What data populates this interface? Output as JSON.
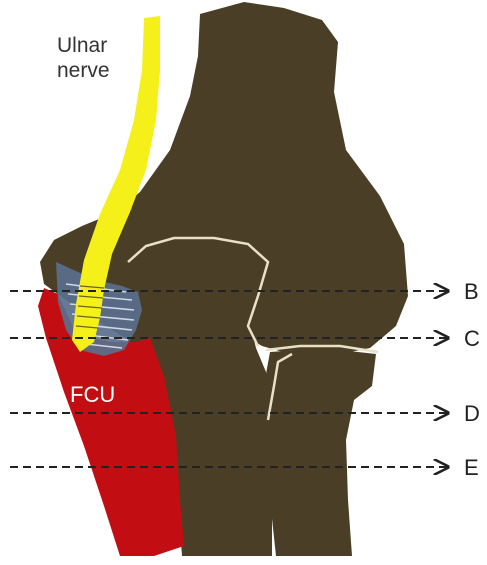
{
  "labels": {
    "nerve_line1": "Ulnar",
    "nerve_line2": "nerve",
    "muscle": "FCU",
    "level_b": "B",
    "level_c": "C",
    "level_d": "D",
    "level_e": "E"
  },
  "colors": {
    "bone": "#4a3f26",
    "bone_outline": "#e8e0c8",
    "nerve": "#f5f01a",
    "muscle": "#c20d12",
    "ligament": "#5a6f8c",
    "ligament_strands": "#cfd8e6",
    "dashed_line": "#222222"
  }
}
